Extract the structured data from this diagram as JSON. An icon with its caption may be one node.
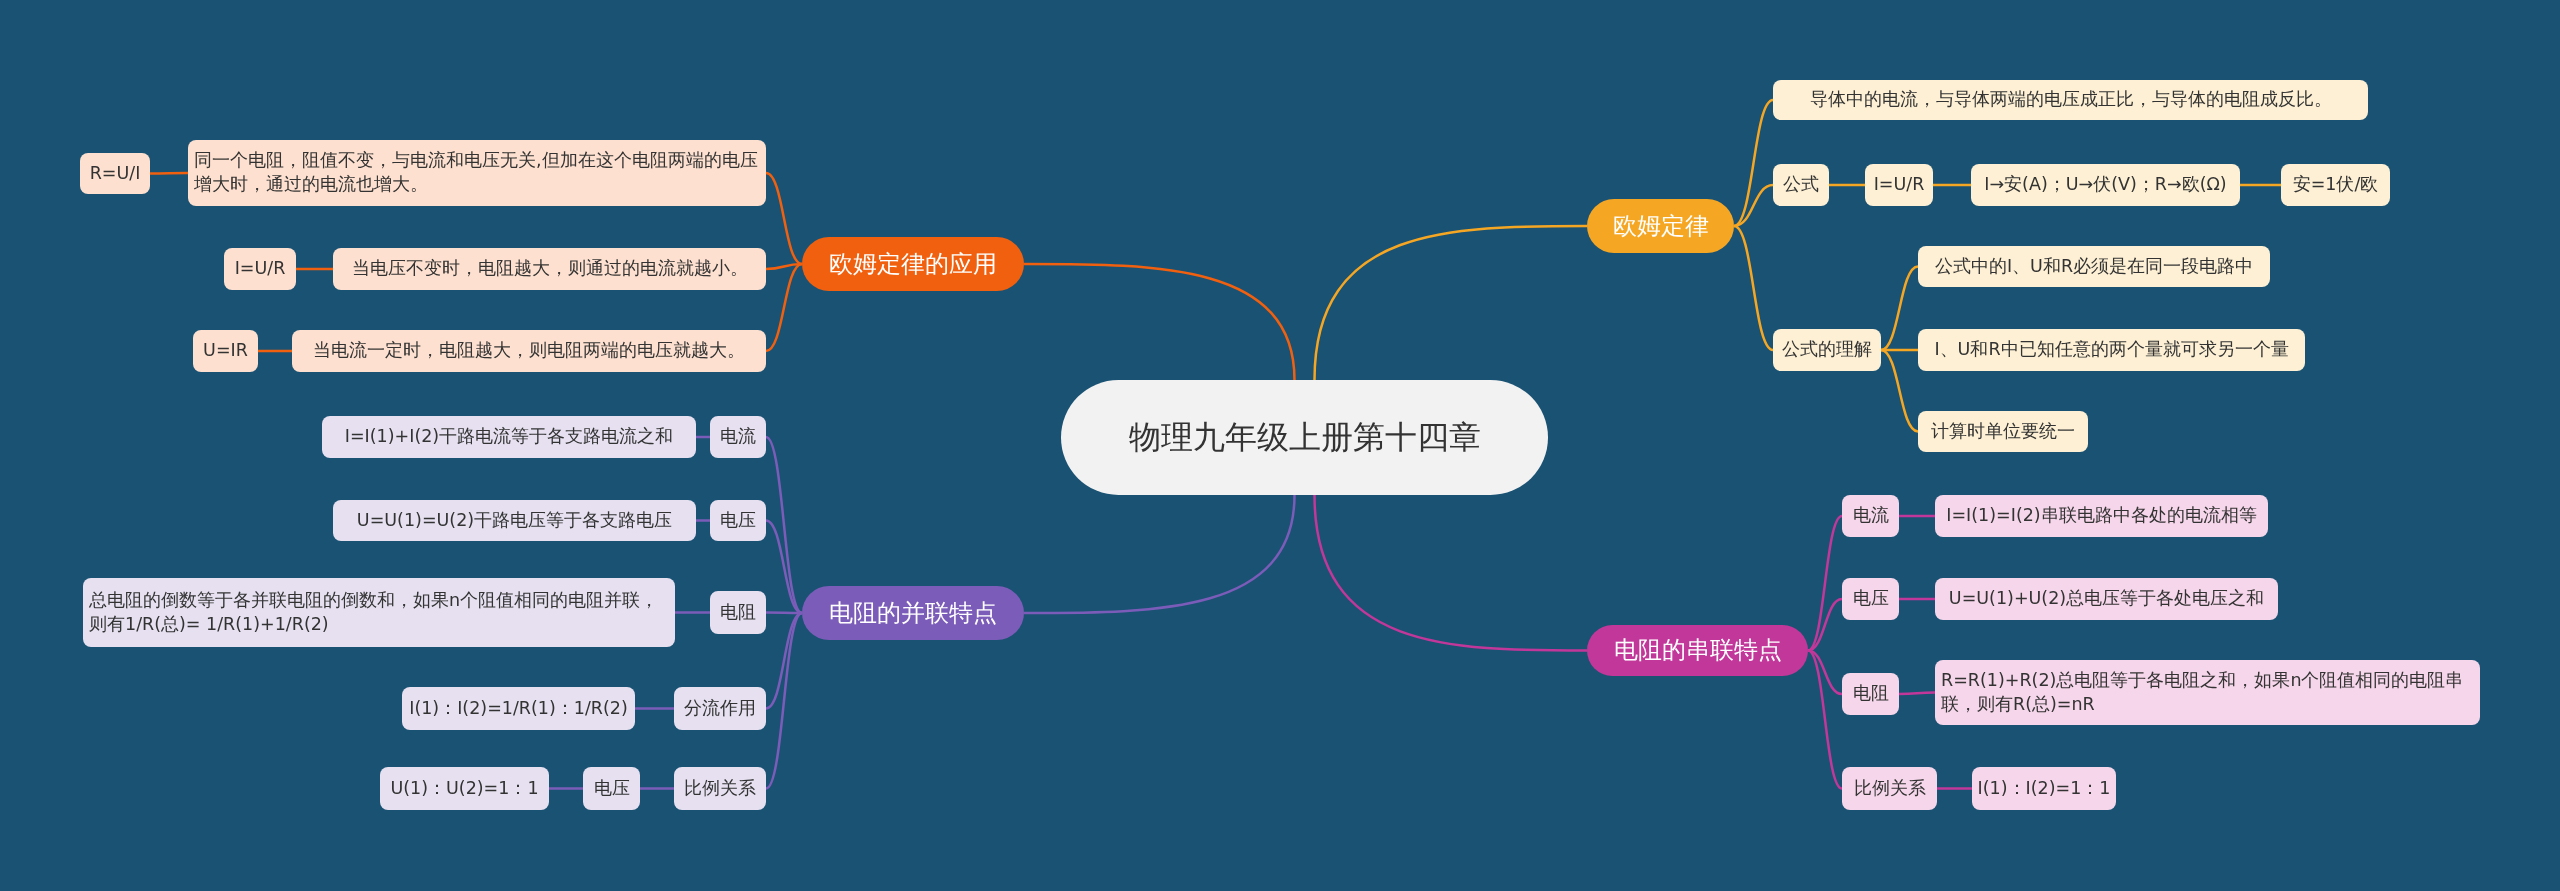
{
  "diagram": {
    "nodes": [
      {
        "text": [
          "物理九年级上册第十四章"
        ]
      },
      {
        "text": [
          "欧姆定律"
        ]
      },
      {
        "text": [
          "导体中的电流，与导体两端的电压成正比，与导体的电阻成反比。"
        ]
      },
      {
        "text": [
          "公式"
        ]
      },
      {
        "text": [
          "I=U/R"
        ]
      },
      {
        "text": [
          "I→安(A)；U→伏(V)；R→欧(Ω)"
        ]
      },
      {
        "text": [
          "安=1伏/欧"
        ]
      },
      {
        "text": [
          "公式的理解"
        ]
      },
      {
        "text": [
          "公式中的I、U和R必须是在同一段电路中"
        ]
      },
      {
        "text": [
          "I、U和R中已知任意的两个量就可求另一个量"
        ]
      },
      {
        "text": [
          "计算时单位要统一"
        ]
      },
      {
        "text": [
          "电阻的串联特点"
        ]
      },
      {
        "text": [
          "电流"
        ]
      },
      {
        "text": [
          "I=I(1)=I(2)串联电路中各处的电流相等"
        ]
      },
      {
        "text": [
          "电压"
        ]
      },
      {
        "text": [
          "U=U(1)+U(2)总电压等于各处电压之和"
        ]
      },
      {
        "text": [
          "电阻"
        ]
      },
      {
        "text": [
          "R=R(1)+R(2)总电阻等于各电阻之和，如果n个阻值相同的电阻串联，则有R(总)=nR"
        ]
      },
      {
        "text": [
          "比例关系"
        ]
      },
      {
        "text": [
          "I(1)：I(2)=1：1"
        ]
      },
      {
        "text": [
          "欧姆定律的应用"
        ]
      },
      {
        "text": [
          "同一个电阻，阻值不变，与电流和电压无关,但加在这个电阻两端的电压增大时，通过的电流也增大。"
        ]
      },
      {
        "text": [
          "R=U/I"
        ]
      },
      {
        "text": [
          "当电压不变时，电阻越大，则通过的电流就越小。"
        ]
      },
      {
        "text": [
          "I=U/R"
        ]
      },
      {
        "text": [
          "当电流一定时，电阻越大，则电阻两端的电压就越大。"
        ]
      },
      {
        "text": [
          "U=IR"
        ]
      },
      {
        "text": [
          "电阻的并联特点"
        ]
      },
      {
        "text": [
          "电流"
        ]
      },
      {
        "text": [
          "I=I(1)+I(2)干路电流等于各支路电流之和"
        ]
      },
      {
        "text": [
          "电压"
        ]
      },
      {
        "text": [
          "U=U(1)=U(2)干路电压等于各支路电压"
        ]
      },
      {
        "text": [
          "电阻"
        ]
      },
      {
        "text": [
          "总电阻的倒数等于各并联电阻的倒数和，如果n个阻值相同的电阻并联，则有1/R(总)= 1/R(1)+1/R(2)"
        ]
      },
      {
        "text": [
          "分流作用"
        ]
      },
      {
        "text": [
          "I(1)：I(2)=1/R(1)：1/R(2)"
        ]
      },
      {
        "text": [
          "比例关系"
        ]
      },
      {
        "text": [
          "电压"
        ]
      },
      {
        "text": [
          "U(1)：U(2)=1：1"
        ]
      }
    ],
    "edges": [
      {
        "from": 0,
        "to": 1,
        "arrow": "none",
        "color": "#f5a623"
      },
      {
        "from": 1,
        "to": 2,
        "arrow": "none",
        "color": "#f5a623"
      },
      {
        "from": 1,
        "to": 3,
        "arrow": "none",
        "color": "#f5a623"
      },
      {
        "from": 3,
        "to": 4,
        "arrow": "none",
        "color": "#f5a623"
      },
      {
        "from": 4,
        "to": 5,
        "arrow": "none",
        "color": "#f5a623"
      },
      {
        "from": 5,
        "to": 6,
        "arrow": "none",
        "color": "#f5a623"
      },
      {
        "from": 1,
        "to": 7,
        "arrow": "none",
        "color": "#f5a623"
      },
      {
        "from": 7,
        "to": 8,
        "arrow": "none",
        "color": "#f5a623"
      },
      {
        "from": 7,
        "to": 9,
        "arrow": "none",
        "color": "#f5a623"
      },
      {
        "from": 7,
        "to": 10,
        "arrow": "none",
        "color": "#f5a623"
      },
      {
        "from": 0,
        "to": 11,
        "arrow": "none",
        "color": "#c2379a"
      },
      {
        "from": 11,
        "to": 12,
        "arrow": "none",
        "color": "#c2379a"
      },
      {
        "from": 12,
        "to": 13,
        "arrow": "none",
        "color": "#c2379a"
      },
      {
        "from": 11,
        "to": 14,
        "arrow": "none",
        "color": "#c2379a"
      },
      {
        "from": 14,
        "to": 15,
        "arrow": "none",
        "color": "#c2379a"
      },
      {
        "from": 11,
        "to": 16,
        "arrow": "none",
        "color": "#c2379a"
      },
      {
        "from": 16,
        "to": 17,
        "arrow": "none",
        "color": "#c2379a"
      },
      {
        "from": 11,
        "to": 18,
        "arrow": "none",
        "color": "#c2379a"
      },
      {
        "from": 18,
        "to": 19,
        "arrow": "none",
        "color": "#c2379a"
      },
      {
        "from": 0,
        "to": 20,
        "arrow": "none",
        "color": "#f0600f"
      },
      {
        "from": 20,
        "to": 21,
        "arrow": "none",
        "color": "#f0600f"
      },
      {
        "from": 21,
        "to": 22,
        "arrow": "none",
        "color": "#f0600f"
      },
      {
        "from": 20,
        "to": 23,
        "arrow": "none",
        "color": "#f0600f"
      },
      {
        "from": 23,
        "to": 24,
        "arrow": "none",
        "color": "#f0600f"
      },
      {
        "from": 20,
        "to": 25,
        "arrow": "none",
        "color": "#f0600f"
      },
      {
        "from": 25,
        "to": 26,
        "arrow": "none",
        "color": "#f0600f"
      },
      {
        "from": 0,
        "to": 27,
        "arrow": "none",
        "color": "#7b5cb8"
      },
      {
        "from": 27,
        "to": 28,
        "arrow": "none",
        "color": "#7b5cb8"
      },
      {
        "from": 28,
        "to": 29,
        "arrow": "none",
        "color": "#7b5cb8"
      },
      {
        "from": 27,
        "to": 30,
        "arrow": "none",
        "color": "#7b5cb8"
      },
      {
        "from": 30,
        "to": 31,
        "arrow": "none",
        "color": "#7b5cb8"
      },
      {
        "from": 27,
        "to": 32,
        "arrow": "none",
        "color": "#7b5cb8"
      },
      {
        "from": 32,
        "to": 33,
        "arrow": "none",
        "color": "#7b5cb8"
      },
      {
        "from": 27,
        "to": 34,
        "arrow": "none",
        "color": "#7b5cb8"
      },
      {
        "from": 34,
        "to": 35,
        "arrow": "none",
        "color": "#7b5cb8"
      },
      {
        "from": 27,
        "to": 36,
        "arrow": "none",
        "color": "#7b5cb8"
      },
      {
        "from": 36,
        "to": 37,
        "arrow": "none",
        "color": "#7b5cb8"
      },
      {
        "from": 37,
        "to": 38,
        "arrow": "none",
        "color": "#7b5cb8"
      }
    ]
  }
}
